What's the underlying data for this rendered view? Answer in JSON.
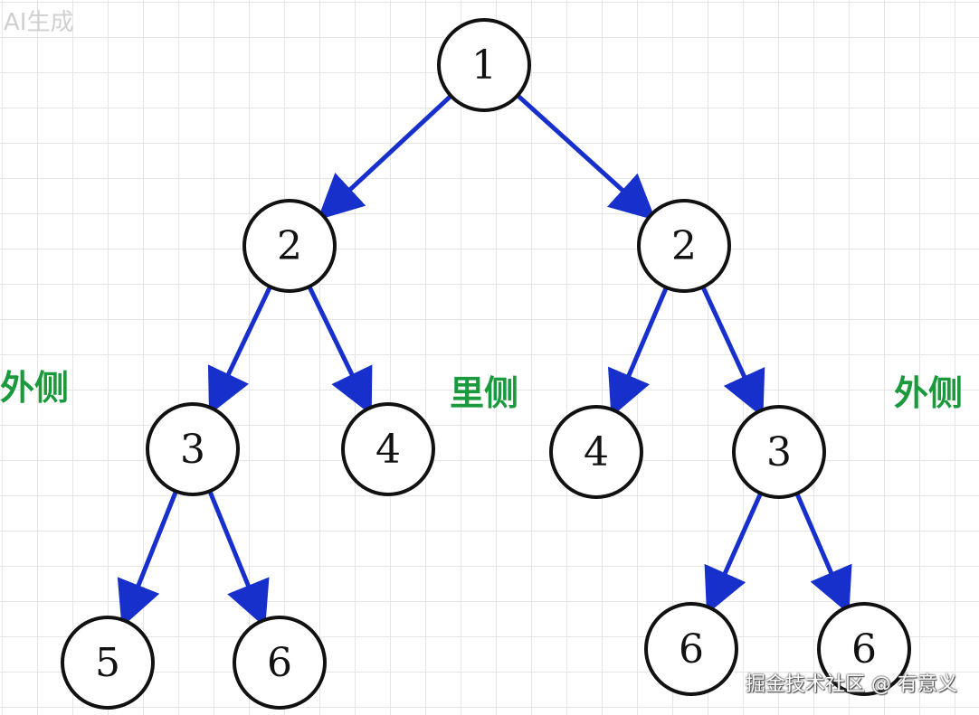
{
  "watermarks": {
    "top": "AI生成",
    "bottom": "掘金技术社区 @ 有意义"
  },
  "side_labels": {
    "left_outer": "外侧",
    "middle_inner": "里侧",
    "right_outer": "外侧"
  },
  "colors": {
    "edge": "#1730cc",
    "node_stroke": "#111111",
    "label_green": "#1a9a3c",
    "grid": "#e6e6e6"
  },
  "tree": {
    "nodes": [
      {
        "id": "root",
        "label": "1"
      },
      {
        "id": "l",
        "label": "2"
      },
      {
        "id": "r",
        "label": "2"
      },
      {
        "id": "ll",
        "label": "3"
      },
      {
        "id": "lr",
        "label": "4"
      },
      {
        "id": "rl",
        "label": "4"
      },
      {
        "id": "rr",
        "label": "3"
      },
      {
        "id": "lll",
        "label": "5"
      },
      {
        "id": "llr",
        "label": "6"
      },
      {
        "id": "rrl",
        "label": "6"
      },
      {
        "id": "rrr",
        "label": "6"
      }
    ],
    "edges": [
      {
        "from": "root",
        "to": "l"
      },
      {
        "from": "root",
        "to": "r"
      },
      {
        "from": "l",
        "to": "ll"
      },
      {
        "from": "l",
        "to": "lr"
      },
      {
        "from": "r",
        "to": "rl"
      },
      {
        "from": "r",
        "to": "rr"
      },
      {
        "from": "ll",
        "to": "lll"
      },
      {
        "from": "ll",
        "to": "llr"
      },
      {
        "from": "rr",
        "to": "rrl"
      },
      {
        "from": "rr",
        "to": "rrr"
      }
    ]
  }
}
